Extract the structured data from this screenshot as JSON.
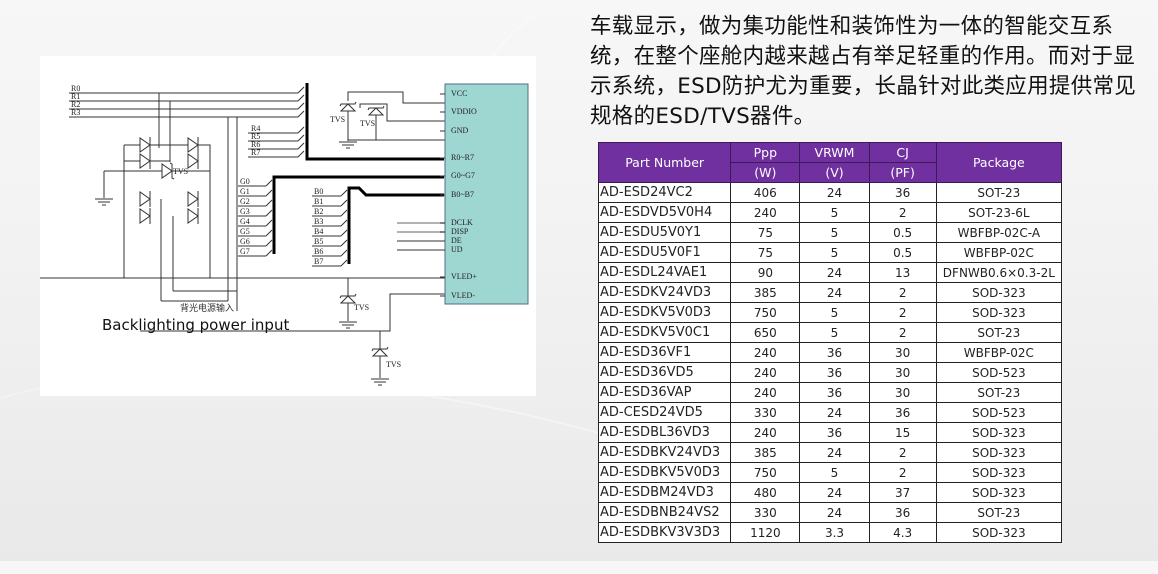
{
  "intro_text": "车载显示，做为集功能性和装饰性为一体的智能交互系统，在整个座舱内越来越占有举足轻重的作用。而对于显示系统，ESD防护尤为重要，长晶针对此类应用提供常见规格的ESD/TVS器件。",
  "schematic": {
    "r_inputs": [
      "R0",
      "R1",
      "R2",
      "R3"
    ],
    "r_bus_inputs": [
      "R4",
      "R5",
      "R6",
      "R7"
    ],
    "g_inputs": [
      "G0",
      "G1",
      "G2",
      "G3",
      "G4",
      "G5",
      "G6",
      "G7"
    ],
    "b_inputs": [
      "B0",
      "B1",
      "B2",
      "B3",
      "B4",
      "B5",
      "B6",
      "B7"
    ],
    "tvs_label": "TVS",
    "panel_pins": [
      "VCC",
      "VDDIO",
      "GND",
      "R0~R7",
      "G0~G7",
      "B0~B7",
      "DCLK",
      "DISP",
      "DE",
      "UD",
      "VLED+",
      "VLED-"
    ],
    "panel_color": "#9ed6d2",
    "backlight_label_cn": "背光电源输入",
    "backlight_label_en": "Backlighting power input"
  },
  "table": {
    "header_color": "#7030a0",
    "headers": {
      "part_number": "Part Number",
      "ppp": "Ppp",
      "ppp_unit": "(W)",
      "vrwm": "VRWM",
      "vrwm_unit": "(V)",
      "cj": "CJ",
      "cj_unit": "(PF)",
      "package": "Package"
    },
    "rows": [
      {
        "part": "AD-ESD24VC2",
        "ppp": "406",
        "vrwm": "24",
        "cj": "36",
        "package": "SOT-23"
      },
      {
        "part": "AD-ESDVD5V0H4",
        "ppp": "240",
        "vrwm": "5",
        "cj": "2",
        "package": "SOT-23-6L"
      },
      {
        "part": "AD-ESDU5V0Y1",
        "ppp": "75",
        "vrwm": "5",
        "cj": "0.5",
        "package": "WBFBP-02C-A"
      },
      {
        "part": "AD-ESDU5V0F1",
        "ppp": "75",
        "vrwm": "5",
        "cj": "0.5",
        "package": "WBFBP-02C"
      },
      {
        "part": "AD-ESDL24VAE1",
        "ppp": "90",
        "vrwm": "24",
        "cj": "13",
        "package": "DFNWB0.6×0.3-2L"
      },
      {
        "part": "AD-ESDKV24VD3",
        "ppp": "385",
        "vrwm": "24",
        "cj": "2",
        "package": "SOD-323"
      },
      {
        "part": "AD-ESDKV5V0D3",
        "ppp": "750",
        "vrwm": "5",
        "cj": "2",
        "package": "SOD-323"
      },
      {
        "part": "AD-ESDKV5V0C1",
        "ppp": "650",
        "vrwm": "5",
        "cj": "2",
        "package": "SOT-23"
      },
      {
        "part": "AD-ESD36VF1",
        "ppp": "240",
        "vrwm": "36",
        "cj": "30",
        "package": "WBFBP-02C"
      },
      {
        "part": "AD-ESD36VD5",
        "ppp": "240",
        "vrwm": "36",
        "cj": "30",
        "package": "SOD-523"
      },
      {
        "part": "AD-ESD36VAP",
        "ppp": "240",
        "vrwm": "36",
        "cj": "30",
        "package": "SOT-23"
      },
      {
        "part": "AD-CESD24VD5",
        "ppp": "330",
        "vrwm": "24",
        "cj": "36",
        "package": "SOD-523"
      },
      {
        "part": "AD-ESDBL36VD3",
        "ppp": "240",
        "vrwm": "36",
        "cj": "15",
        "package": "SOD-323"
      },
      {
        "part": "AD-ESDBKV24VD3",
        "ppp": "385",
        "vrwm": "24",
        "cj": "2",
        "package": "SOD-323"
      },
      {
        "part": "AD-ESDBKV5V0D3",
        "ppp": "750",
        "vrwm": "5",
        "cj": "2",
        "package": "SOD-323"
      },
      {
        "part": "AD-ESDBM24VD3",
        "ppp": "480",
        "vrwm": "24",
        "cj": "37",
        "package": "SOD-323"
      },
      {
        "part": "AD-ESDBNB24VS2",
        "ppp": "330",
        "vrwm": "24",
        "cj": "36",
        "package": "SOT-23"
      },
      {
        "part": "AD-ESDBKV3V3D3",
        "ppp": "1120",
        "vrwm": "3.3",
        "cj": "4.3",
        "package": "SOD-323"
      }
    ]
  }
}
